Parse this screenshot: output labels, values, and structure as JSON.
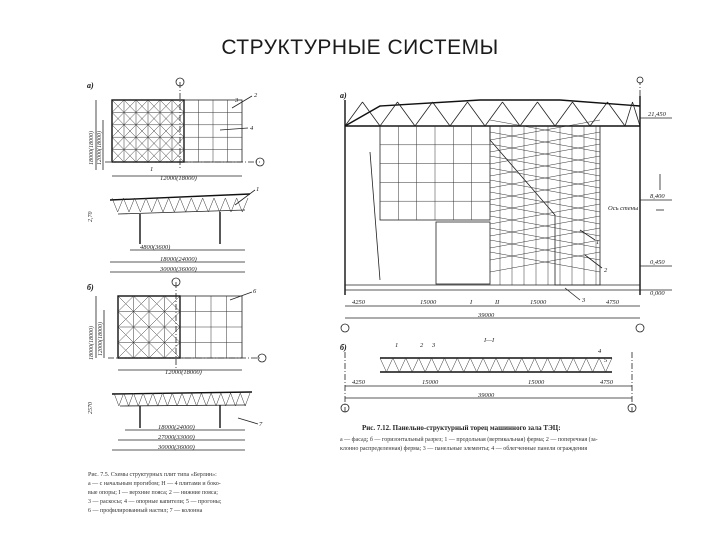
{
  "page": {
    "title": "СТРУКТУРНЫЕ СИСТЕМЫ"
  },
  "left_figure": {
    "label_a": "а)",
    "label_b": "б)",
    "dims_a": [
      "18000(24000)",
      "4800(3600)",
      "12000(18000)",
      "30000(36000)",
      "1"
    ],
    "dims_b": [
      "18000(24000)",
      "12000(18000)",
      "30000(36000)"
    ],
    "dims_bottom": [
      "18000(24000)",
      "27000(33000)",
      "30000(36000)"
    ],
    "side_dims": [
      "18000(18000)",
      "12000(18000)",
      "2570",
      "2,70"
    ],
    "callouts": [
      "2",
      "3",
      "4",
      "1",
      "6",
      "7"
    ],
    "caption": [
      "Рис. 7.5. Схемы структурных плит типа «Берлин»:",
      "а — с начальным прогибом; Н — 4 плитами и боко-",
      "вые опоры; I — верхние пояса; 2 — нижние пояса;",
      "3 — раскосы; 4 — опорные капители; 5 — прогоны;",
      "6 — профилированный настил; 7 — колонна"
    ]
  },
  "right_figure": {
    "label_a": "а)",
    "label_b": "б)",
    "section_label": "I—I",
    "elevations": [
      "21,450",
      "8,400",
      "0,450",
      "0,000"
    ],
    "axis_label": "Ось стены",
    "dims_a": [
      "4250",
      "15000",
      "I",
      "II",
      "15000",
      "4750"
    ],
    "total_a": "39000",
    "dims_b": [
      "4250",
      "15000",
      "15000",
      "4750"
    ],
    "total_b": "39000",
    "callouts": [
      "1",
      "2",
      "3",
      "4",
      "5"
    ],
    "caption_title": "Рис. 7.12. Панельно-структурный торец машинного зала ТЭЦ:",
    "caption_lines": [
      "а — фасад; б — горизонтальный разрез; 1 — продольная (вертикальная) ферма; 2 — поперечная (за-",
      "клонно распределенная) ферма; 3 — панельные элементы; 4 — облегченные панели ограждения"
    ]
  }
}
